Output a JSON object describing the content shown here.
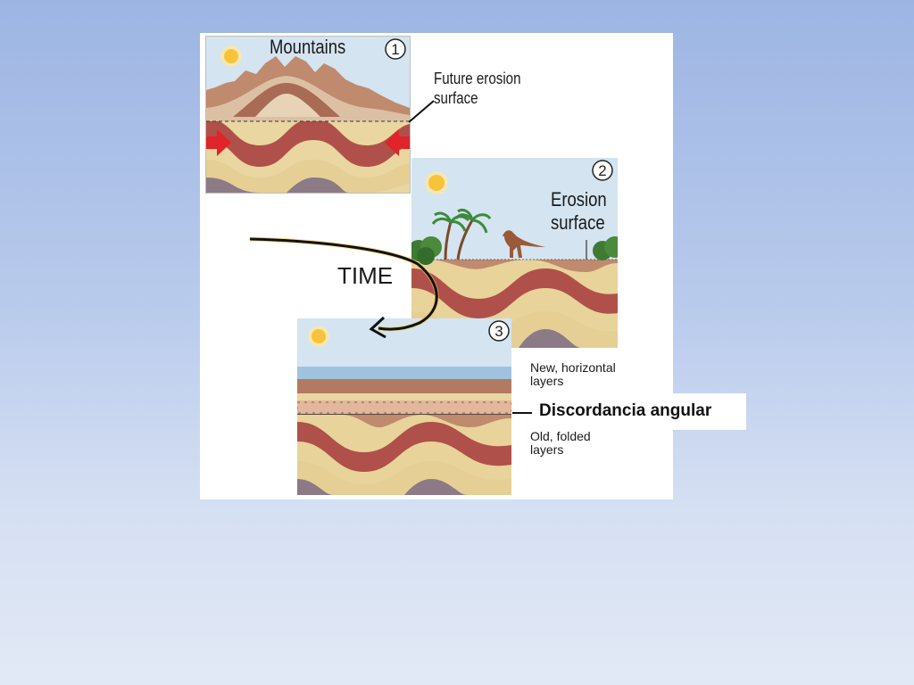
{
  "figure": {
    "panel1": {
      "title": "Mountains",
      "number": "1"
    },
    "panel2": {
      "number": "2"
    },
    "panel3": {
      "number": "3"
    },
    "labels": {
      "future_line1": "Future erosion",
      "future_line2": "surface",
      "erosion_line1": "Erosion",
      "erosion_line2": "surface",
      "time": "TIME",
      "new_line1": "New, horizontal",
      "new_line2": "layers",
      "old_line1": "Old, folded",
      "old_line2": "layers"
    }
  },
  "annotation": {
    "label": "Discordancia angular"
  },
  "icons": [
    "sun-icon",
    "compression-arrow-icon",
    "palm-tree-icon",
    "dinosaur-icon",
    "bush-icon",
    "time-arrow-icon"
  ],
  "colors": {
    "sky": "#cfe0ef",
    "red_layer": "#b0504a",
    "sand_layer": "#e8d39a",
    "purple_layer": "#8c7a86",
    "brown_layer": "#c08a6e",
    "sun": "#f7c33a",
    "arrow_red": "#e0242a"
  }
}
